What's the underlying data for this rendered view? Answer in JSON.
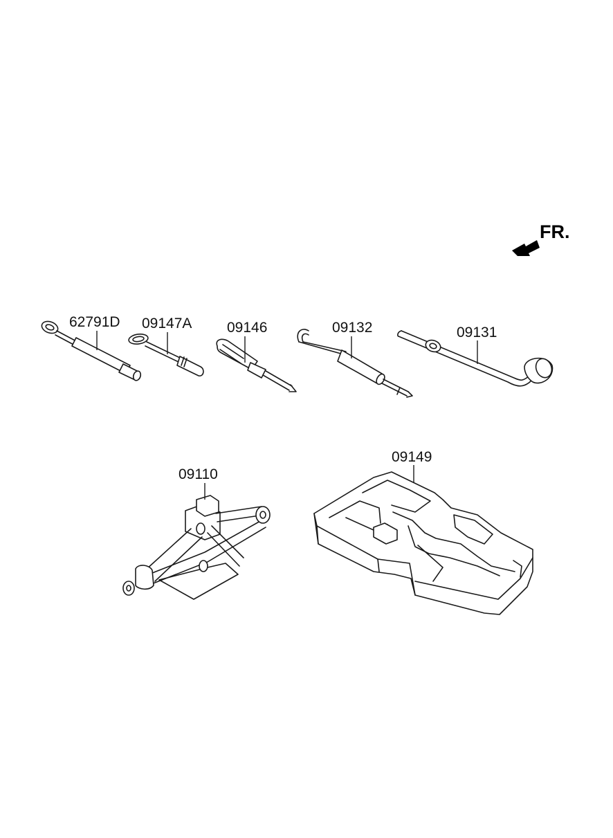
{
  "direction_indicator": {
    "label": "FR."
  },
  "parts": [
    {
      "key": "eye_wrench",
      "number": "62791D"
    },
    {
      "key": "tow_hook_rod",
      "number": "09147A"
    },
    {
      "key": "screwdriver",
      "number": "09146"
    },
    {
      "key": "hook_tool",
      "number": "09132"
    },
    {
      "key": "lug_wrench",
      "number": "09131"
    },
    {
      "key": "jack",
      "number": "09110"
    },
    {
      "key": "tool_tray",
      "number": "09149"
    }
  ]
}
